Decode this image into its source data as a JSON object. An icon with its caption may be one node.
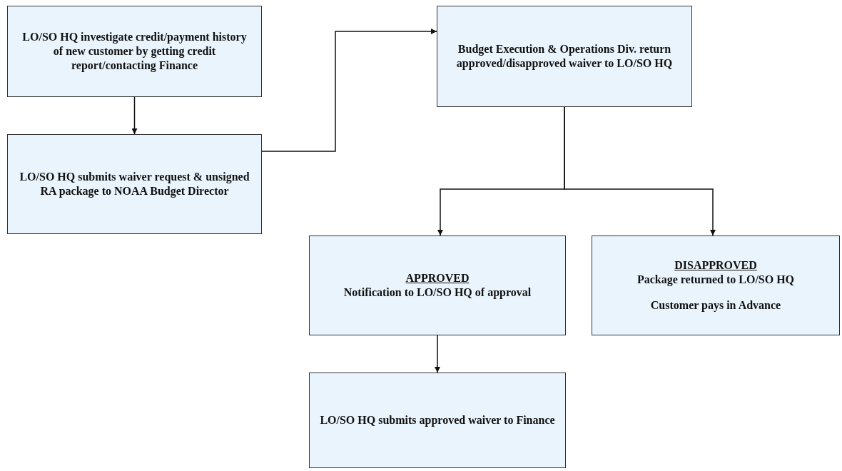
{
  "diagram": {
    "nodes": [
      {
        "text": [
          "LO/SO HQ investigate credit/payment history of new customer by getting credit report/contacting Finance"
        ]
      },
      {
        "text": [
          "LO/SO HQ submits waiver request & unsigned RA package to NOAA Budget Director"
        ]
      },
      {
        "text": [
          "Budget Execution & Operations Div. return approved/disapproved waiver to LO/SO HQ"
        ]
      },
      {
        "text": [
          "APPROVED",
          "Notification to LO/SO HQ of approval"
        ]
      },
      {
        "text": [
          "DISAPPROVED",
          "Package returned to LO/SO HQ",
          "Customer pays in Advance"
        ]
      },
      {
        "text": [
          "LO/SO HQ submits approved waiver to Finance"
        ]
      }
    ],
    "edges": [
      {
        "from": 0,
        "to": 1,
        "arrow": "to"
      },
      {
        "from": 1,
        "to": 2,
        "arrow": "to"
      },
      {
        "from": 2,
        "to": 3,
        "arrow": "to"
      },
      {
        "from": 2,
        "to": 4,
        "arrow": "to"
      },
      {
        "from": 3,
        "to": 5,
        "arrow": "to"
      }
    ]
  }
}
